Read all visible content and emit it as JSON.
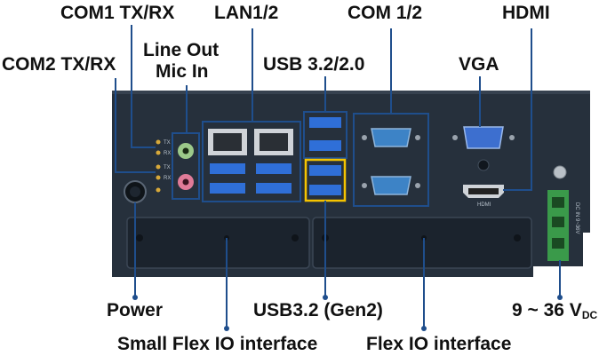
{
  "labels": {
    "com1_txrx": "COM1 TX/RX",
    "lan12": "LAN1/2",
    "com12": "COM 1/2",
    "hdmi": "HDMI",
    "lineout": "Line Out",
    "micin": "Mic In",
    "com2_txrx": "COM2 TX/RX",
    "usb3220": "USB 3.2/2.0",
    "vga": "VGA",
    "power": "Power",
    "usb32gen2": "USB3.2 (Gen2)",
    "volt_main": "9 ~ 36 V",
    "volt_sub": "DC",
    "small_flex": "Small Flex IO interface",
    "flex": "Flex IO interface"
  },
  "panel_text": {
    "led_tx": "TX",
    "led_rx": "RX",
    "hdmi_port": "HDMI",
    "dc_in": "DC IN 9~36V"
  },
  "colors": {
    "chassis": "#26303c",
    "callout_line": "#1f4e8c",
    "usb_port": "#2f6fd8",
    "db9_connector": "#3d83c6",
    "audio_green": "#9cc98a",
    "audio_pink": "#e07b98",
    "usb_gen2_highlight": "#f5c400",
    "terminal_block": "#3a9a4a"
  }
}
